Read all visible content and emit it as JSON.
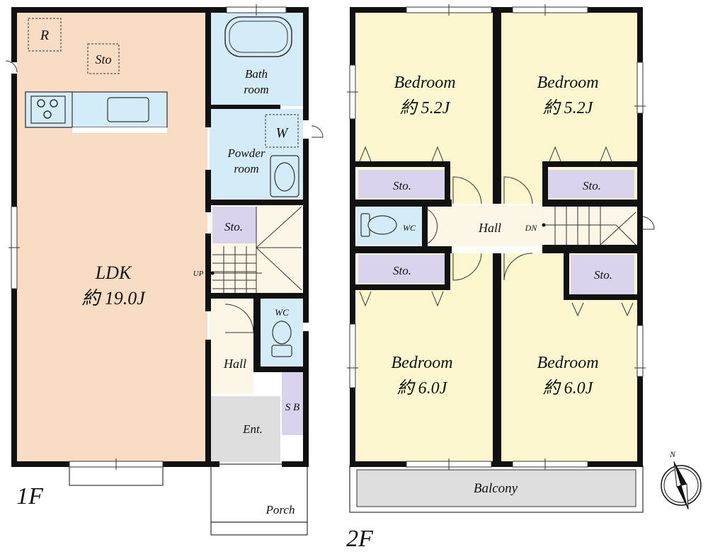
{
  "floor_1": {
    "label": "1F",
    "rooms": {
      "ldk_name": "LDK",
      "ldk_size": "約 19.0J",
      "fridge": "R",
      "sto_kitchen": "Sto",
      "bath_1": "Bath",
      "bath_2": "room",
      "washer": "W",
      "powder_1": "Powder",
      "powder_2": "room",
      "sto_stair": "Sto.",
      "wc": "WC",
      "hall": "Hall",
      "shoe_box": "S B",
      "entrance": "Ent.",
      "porch": "Porch",
      "up": "UP"
    }
  },
  "floor_2": {
    "label": "2F",
    "rooms": {
      "bedroom_nw_name": "Bedroom",
      "bedroom_nw_size": "約 5.2J",
      "bedroom_ne_name": "Bedroom",
      "bedroom_ne_size": "約 5.2J",
      "bedroom_sw_name": "Bedroom",
      "bedroom_sw_size": "約 6.0J",
      "bedroom_se_name": "Bedroom",
      "bedroom_se_size": "約 6.0J",
      "sto_nw": "Sto.",
      "sto_ne": "Sto.",
      "sto_sw": "Sto.",
      "sto_se": "Sto.",
      "wc": "WC",
      "hall": "Hall",
      "down": "DN",
      "balcony": "Balcony"
    }
  },
  "compass": {
    "north_label": "N"
  },
  "colors": {
    "ldk": "#f9dcc4",
    "wet": "#d4ecf8",
    "bedroom": "#fcf7cf",
    "storage": "#d9d3ee",
    "hall": "#fbf6e6",
    "entrance": "#dedede",
    "balcony": "#dedede",
    "wall": "#111111"
  }
}
